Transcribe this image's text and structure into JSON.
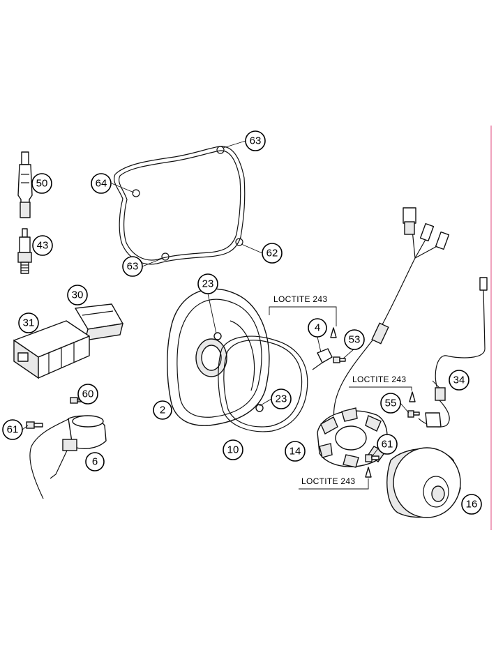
{
  "callouts": {
    "c63a": "63",
    "c64": "64",
    "c62": "62",
    "c63b": "63",
    "c50": "50",
    "c43": "43",
    "c30": "30",
    "c31": "31",
    "c23a": "23",
    "c23b": "23",
    "c4": "4",
    "c53": "53",
    "c2": "2",
    "c10": "10",
    "c34": "34",
    "c55": "55",
    "c60": "60",
    "c61a": "61",
    "c6": "6",
    "c14": "14",
    "c61b": "61",
    "c16": "16"
  },
  "notes": {
    "loctite_top": "LOCTITE 243",
    "loctite_right": "LOCTITE 243",
    "loctite_bottom": "LOCTITE 243"
  },
  "colors": {
    "line": "#111111",
    "accent_border": "#e0457b"
  }
}
